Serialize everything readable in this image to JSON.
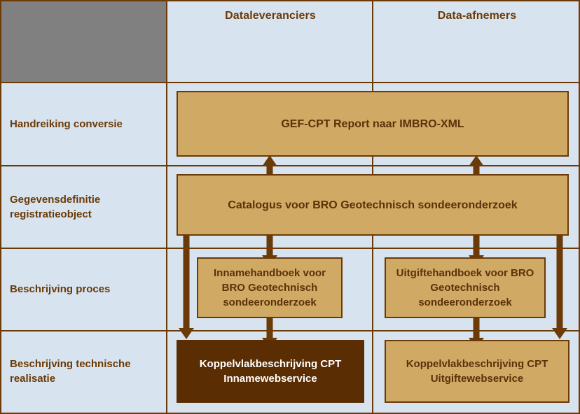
{
  "title": "BRO Geotechnisch sondeeronderzoek documentatiestructuur",
  "colors": {
    "background": "#d7e3ef",
    "corner_block": "#808080",
    "line": "#6b3a06",
    "box_fill": "#d0a965",
    "box_text": "#5a3208",
    "highlight_fill": "#5a2d02",
    "highlight_text": "#ffffff"
  },
  "columns": [
    {
      "key": "dataleveranciers",
      "label": "Dataleveranciers"
    },
    {
      "key": "data_afnemers",
      "label": "Data-afnemers"
    }
  ],
  "rows": [
    {
      "key": "handreiking_conversie",
      "label": "Handreiking conversie"
    },
    {
      "key": "gegevensdefinitie",
      "label": "Gegevensdefinitie registratieobject"
    },
    {
      "key": "beschrijving_proces",
      "label": "Beschrijving proces"
    },
    {
      "key": "beschrijving_technische_realisatie",
      "label": "Beschrijving technische realisatie"
    }
  ],
  "boxes": {
    "gef_cpt": {
      "label": "GEF-CPT Report naar IMBRO-XML",
      "highlighted": false
    },
    "catalogus": {
      "label": "Catalogus voor BRO Geotechnisch sondeeronderzoek",
      "highlighted": false
    },
    "innamehandboek": {
      "label": "Innamehandboek voor BRO Geotechnisch sondeeronderzoek",
      "highlighted": false
    },
    "uitgiftehandboek": {
      "label": "Uitgiftehandboek voor BRO Geotechnisch sondeeronderzoek",
      "highlighted": false
    },
    "koppelvlak_inname": {
      "label": "Koppelvlakbeschrijving CPT Innamewebservice",
      "highlighted": true
    },
    "koppelvlak_uitgifte": {
      "label": "Koppelvlakbeschrijving CPT Uitgiftewebservice",
      "highlighted": false
    }
  },
  "connectors": [
    {
      "key": "catalogus-to-gefcpt-left",
      "direction": "up"
    },
    {
      "key": "catalogus-to-gefcpt-right",
      "direction": "up"
    },
    {
      "key": "catalogus-to-innamehandboek",
      "direction": "down"
    },
    {
      "key": "catalogus-to-uitgiftehandboek",
      "direction": "down"
    },
    {
      "key": "catalogus-to-koppelvlak-inname",
      "direction": "down"
    },
    {
      "key": "catalogus-to-koppelvlak-uitgifte",
      "direction": "down"
    },
    {
      "key": "innamehandboek-to-koppelvlak-inname",
      "direction": "down"
    },
    {
      "key": "uitgiftehandboek-to-koppelvlak-uitgifte",
      "direction": "down"
    }
  ]
}
